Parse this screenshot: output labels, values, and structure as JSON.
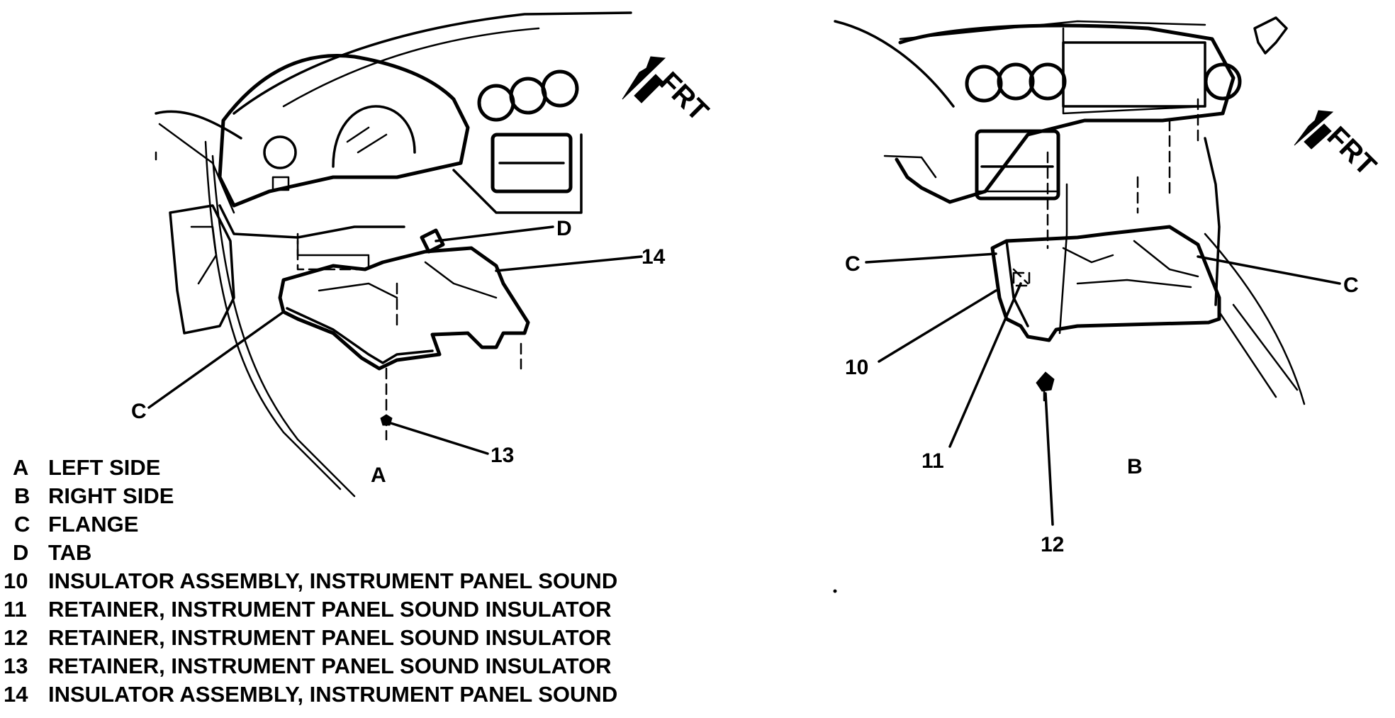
{
  "figure": {
    "views": [
      {
        "id": "A",
        "label": "A"
      },
      {
        "id": "B",
        "label": "B"
      }
    ],
    "direction_label": "FRT",
    "callouts": {
      "a_D": "D",
      "a_14": "14",
      "a_C": "C",
      "a_13": "13",
      "b_C_left": "C",
      "b_C_right": "C",
      "b_10": "10",
      "b_11": "11",
      "b_12": "12"
    }
  },
  "legend": [
    {
      "key": "A",
      "text": "LEFT SIDE"
    },
    {
      "key": "B",
      "text": "RIGHT SIDE"
    },
    {
      "key": "C",
      "text": "FLANGE"
    },
    {
      "key": "D",
      "text": "TAB"
    },
    {
      "key": "10",
      "text": "INSULATOR ASSEMBLY, INSTRUMENT PANEL SOUND"
    },
    {
      "key": "11",
      "text": "RETAINER, INSTRUMENT PANEL SOUND INSULATOR"
    },
    {
      "key": "12",
      "text": "RETAINER, INSTRUMENT PANEL SOUND INSULATOR"
    },
    {
      "key": "13",
      "text": "RETAINER, INSTRUMENT PANEL SOUND INSULATOR"
    },
    {
      "key": "14",
      "text": "INSULATOR ASSEMBLY, INSTRUMENT PANEL SOUND"
    }
  ]
}
